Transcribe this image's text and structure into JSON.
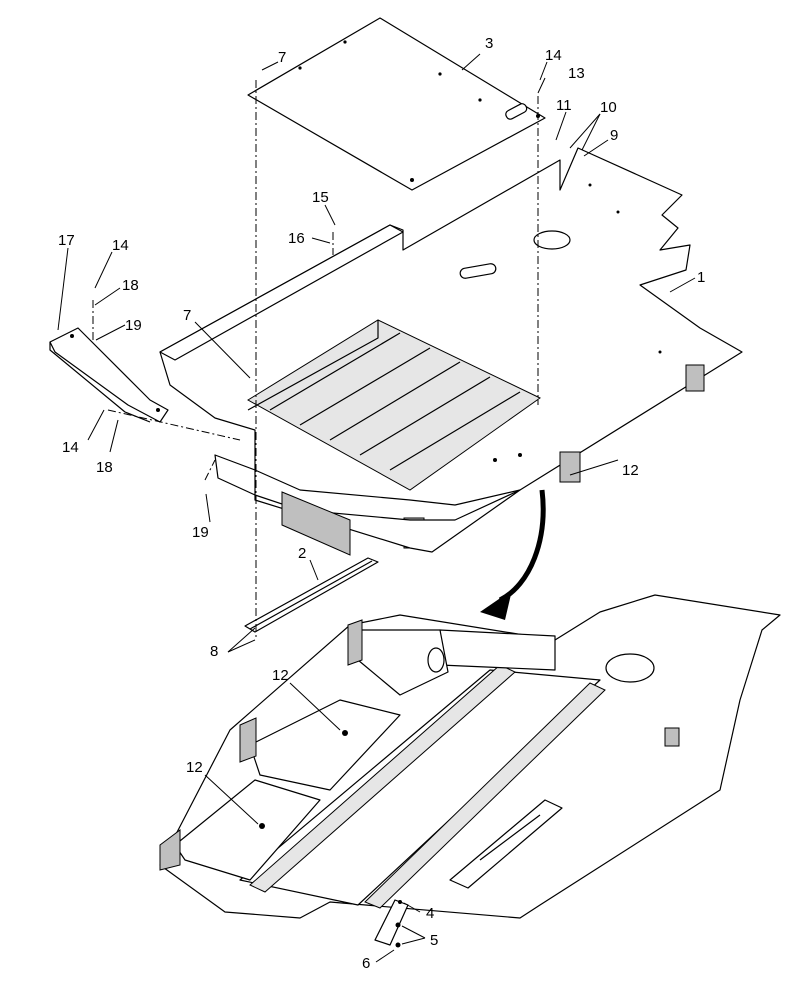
{
  "callouts": [
    {
      "id": "c3",
      "text": "3"
    },
    {
      "id": "c7a",
      "text": "7"
    },
    {
      "id": "c14a",
      "text": "14"
    },
    {
      "id": "c13",
      "text": "13"
    },
    {
      "id": "c11",
      "text": "11"
    },
    {
      "id": "c10",
      "text": "10"
    },
    {
      "id": "c9",
      "text": "9"
    },
    {
      "id": "c15",
      "text": "15"
    },
    {
      "id": "c16",
      "text": "16"
    },
    {
      "id": "c17",
      "text": "17"
    },
    {
      "id": "c14b",
      "text": "14"
    },
    {
      "id": "c18a",
      "text": "18"
    },
    {
      "id": "c19a",
      "text": "19"
    },
    {
      "id": "c1",
      "text": "1"
    },
    {
      "id": "c7b",
      "text": "7"
    },
    {
      "id": "c14c",
      "text": "14"
    },
    {
      "id": "c18b",
      "text": "18"
    },
    {
      "id": "c12a",
      "text": "12"
    },
    {
      "id": "c19b",
      "text": "19"
    },
    {
      "id": "c2",
      "text": "2"
    },
    {
      "id": "c8",
      "text": "8"
    },
    {
      "id": "c12b",
      "text": "12"
    },
    {
      "id": "c12c",
      "text": "12"
    },
    {
      "id": "c4",
      "text": "4"
    },
    {
      "id": "c5",
      "text": "5"
    },
    {
      "id": "c6",
      "text": "6"
    }
  ]
}
